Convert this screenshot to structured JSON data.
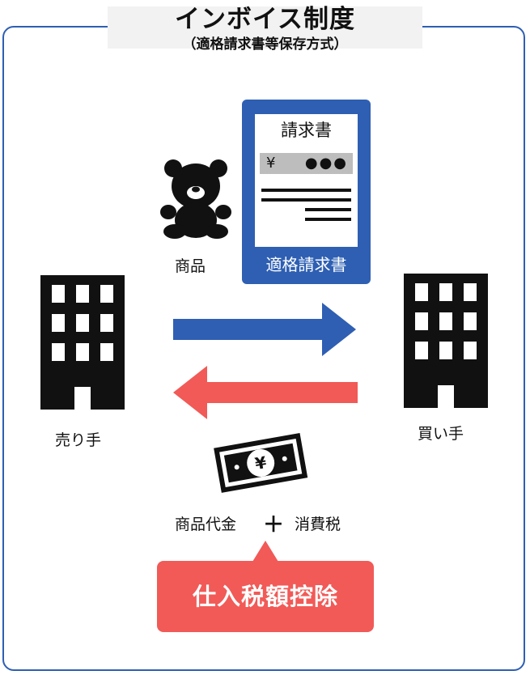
{
  "header": {
    "title": "インボイス制度",
    "subtitle": "（適格請求書等保存方式）"
  },
  "seller": {
    "label": "売り手"
  },
  "buyer": {
    "label": "買い手"
  },
  "goods": {
    "label": "商品"
  },
  "invoice": {
    "heading": "請求書",
    "currency": "¥",
    "amount": "●●●",
    "caption": "適格請求書"
  },
  "payment": {
    "label_left": "商品代金",
    "plus": "＋",
    "label_right": "消費税"
  },
  "deduction": {
    "label": "仕入税額控除"
  },
  "colors": {
    "frame": "#2e5fb3",
    "flow_to_buyer": "#2e5fb3",
    "flow_to_seller": "#f15a57",
    "deduction": "#f15a57"
  }
}
